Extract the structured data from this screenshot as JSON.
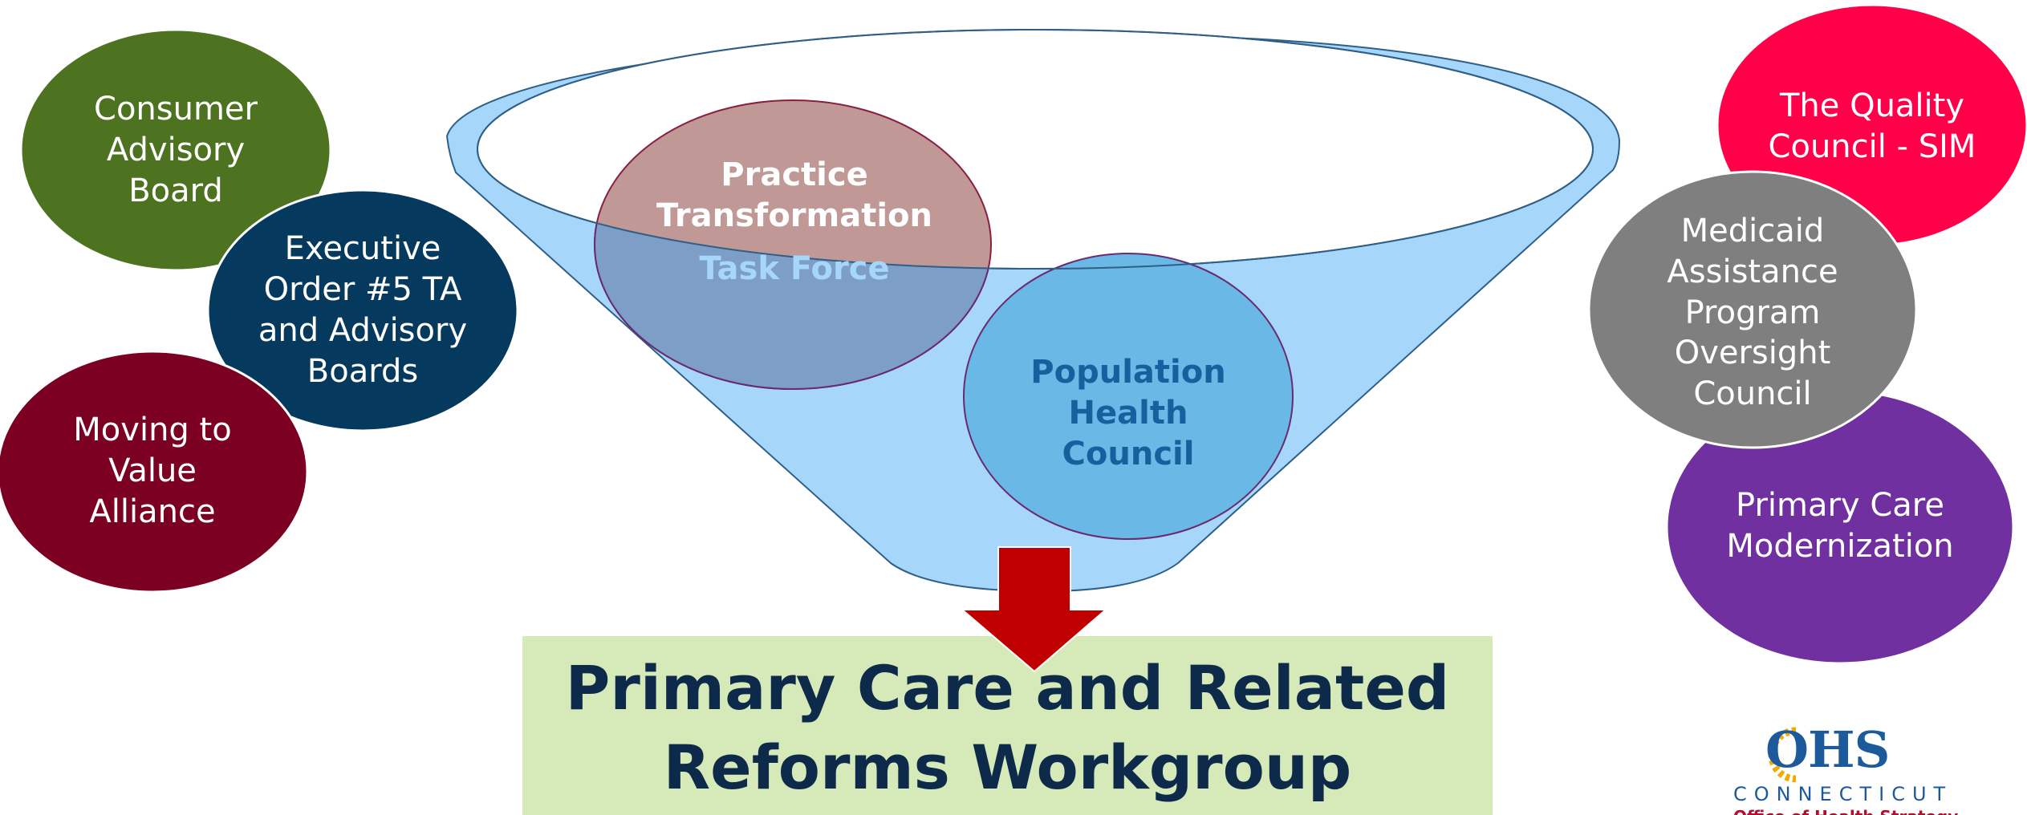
{
  "left_bodies": [
    {
      "name": "consumer-advisory-board",
      "label": "Consumer\nAdvisory\nBoard",
      "color": "#4d7321"
    },
    {
      "name": "executive-order-5",
      "label": "Executive\nOrder #5 TA\nand Advisory\nBoards",
      "color": "#053a5e"
    },
    {
      "name": "moving-to-value-alliance",
      "label": "Moving to\nValue\nAlliance",
      "color": "#7b0021"
    }
  ],
  "right_bodies": [
    {
      "name": "quality-council",
      "label": "The Quality\nCouncil - SIM",
      "color": "#ff0049"
    },
    {
      "name": "medicaid-oversight-council",
      "label": "Medicaid\nAssistance\nProgram\nOversight\nCouncil",
      "color": "#7f7f7f"
    },
    {
      "name": "primary-care-modernization",
      "label": "Primary Care\nModernization",
      "color": "#7030a0"
    }
  ],
  "funnel_bodies": [
    {
      "name": "practice-transformation",
      "label_top": "Practice\nTransformation",
      "label_bottom": "Task Force"
    },
    {
      "name": "population-health-council",
      "label": "Population\nHealth\nCouncil"
    }
  ],
  "workgroup": {
    "title": "Primary Care and Related\nReforms Workgroup"
  },
  "logo": {
    "main": "OHS",
    "sub": "CONNECTICUT",
    "tag": "Office of Health Strategy"
  },
  "colors": {
    "funnel": "#a6d7fa",
    "funnel_stroke": "#2f5f87",
    "arrow": "#c00000",
    "workgroup_bg": "#d5eab8",
    "workgroup_text": "#0e2a4a",
    "practice_ellipse": "#c09896",
    "population_ellipse": "#6ab8e6"
  }
}
